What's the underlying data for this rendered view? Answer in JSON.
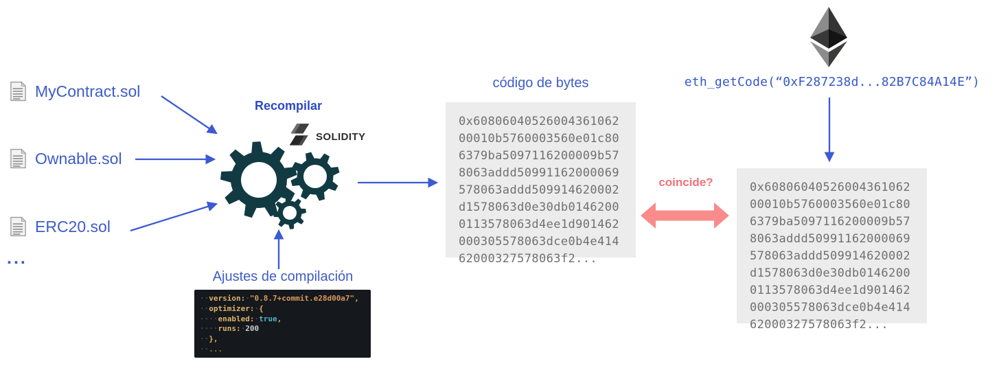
{
  "palette": {
    "blue_text": "#3e5cc7",
    "blue_title": "#2c49c7",
    "arrow_blue": "#3c5ad1",
    "gear_teal": "#123a42",
    "salmon_text": "#f4717a",
    "salmon_arrow": "#f98b8b",
    "box_bg": "#ececec",
    "box_text": "#707070",
    "editor_bg": "#15181c"
  },
  "sources": {
    "files": [
      {
        "name": "MyContract.sol"
      },
      {
        "name": "Ownable.sol"
      },
      {
        "name": "ERC20.sol"
      }
    ],
    "more": "..."
  },
  "compiler": {
    "title": "Recompilar",
    "solidity_label": "SOLIDITY",
    "settings_title": "Ajustes de compilación",
    "settings_code": [
      [
        [
          "ws",
          "··"
        ],
        [
          "key",
          "version"
        ],
        [
          "pun",
          ":"
        ],
        [
          "ws",
          "·"
        ],
        [
          "str",
          "\"0.8.7+commit.e28d00a7\""
        ],
        [
          "pun",
          ","
        ]
      ],
      [
        [
          "ws",
          "··"
        ],
        [
          "key",
          "optimizer"
        ],
        [
          "pun",
          ":"
        ],
        [
          "ws",
          "·"
        ],
        [
          "pun",
          "{"
        ]
      ],
      [
        [
          "ws",
          "····"
        ],
        [
          "key",
          "enabled"
        ],
        [
          "pun",
          ":"
        ],
        [
          "ws",
          "·"
        ],
        [
          "bool",
          "true"
        ],
        [
          "pun",
          ","
        ]
      ],
      [
        [
          "ws",
          "····"
        ],
        [
          "key",
          "runs"
        ],
        [
          "pun",
          ":"
        ],
        [
          "ws",
          "·"
        ],
        [
          "num",
          "200"
        ]
      ],
      [
        [
          "ws",
          "··"
        ],
        [
          "pun",
          "},"
        ]
      ],
      [
        [
          "ws",
          "··"
        ],
        [
          "dim",
          "..."
        ]
      ]
    ]
  },
  "recompiled": {
    "title": "código de bytes",
    "bytecode_lines": [
      "0x60806040526004361062",
      "00010b5760003560e01c80",
      "6379ba5097116200009b57",
      "8063addd50991162000069",
      "578063addd509914620002",
      "d1578063d0e30db0146200",
      "0113578063d4ee1d901462",
      "000305578063dce0b4e414",
      "62000327578063f2..."
    ]
  },
  "onchain": {
    "call": "eth_getCode(“0xF287238d...82B7C84A14E”)",
    "bytecode_lines": [
      "0x60806040526004361062",
      "00010b5760003560e01c80",
      "6379ba5097116200009b57",
      "8063addd50991162000069",
      "578063addd509914620002",
      "d1578063d0e30db0146200",
      "0113578063d4ee1d901462",
      "000305578063dce0b4e414",
      "62000327578063f2..."
    ]
  },
  "comparison": {
    "label": "coincide?"
  }
}
